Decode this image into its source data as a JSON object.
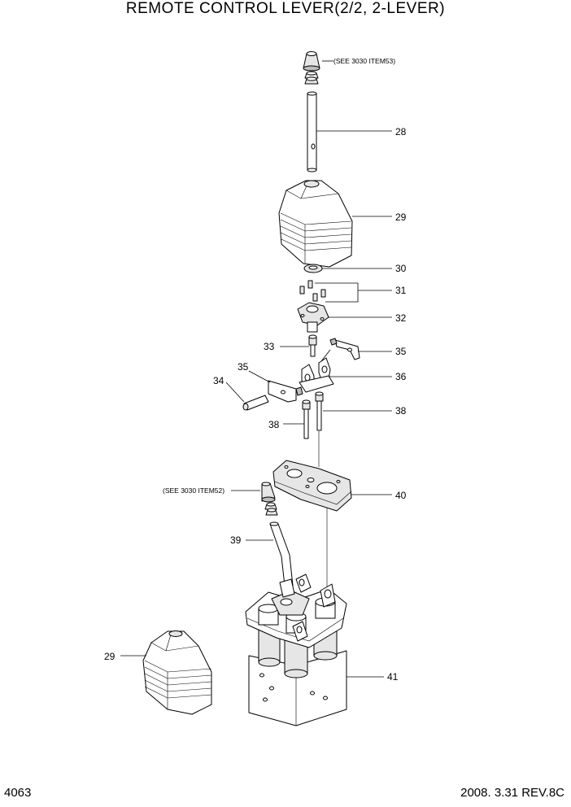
{
  "title": "REMOTE CONTROL LEVER(2/2, 2-LEVER)",
  "page_number": "4063",
  "revision": "2008. 3.31  REV.8C",
  "references": {
    "item53": "(SEE 3030 ITEM53)",
    "item52": "(SEE 3030 ITEM52)"
  },
  "callouts": {
    "c28": "28",
    "c29_top": "29",
    "c30": "30",
    "c31": "31",
    "c32": "32",
    "c33": "33",
    "c35_right": "35",
    "c35_left": "35",
    "c36": "36",
    "c34": "34",
    "c38_right": "38",
    "c38_left": "38",
    "c40": "40",
    "c39": "39",
    "c29_bottom": "29",
    "c41": "41"
  }
}
